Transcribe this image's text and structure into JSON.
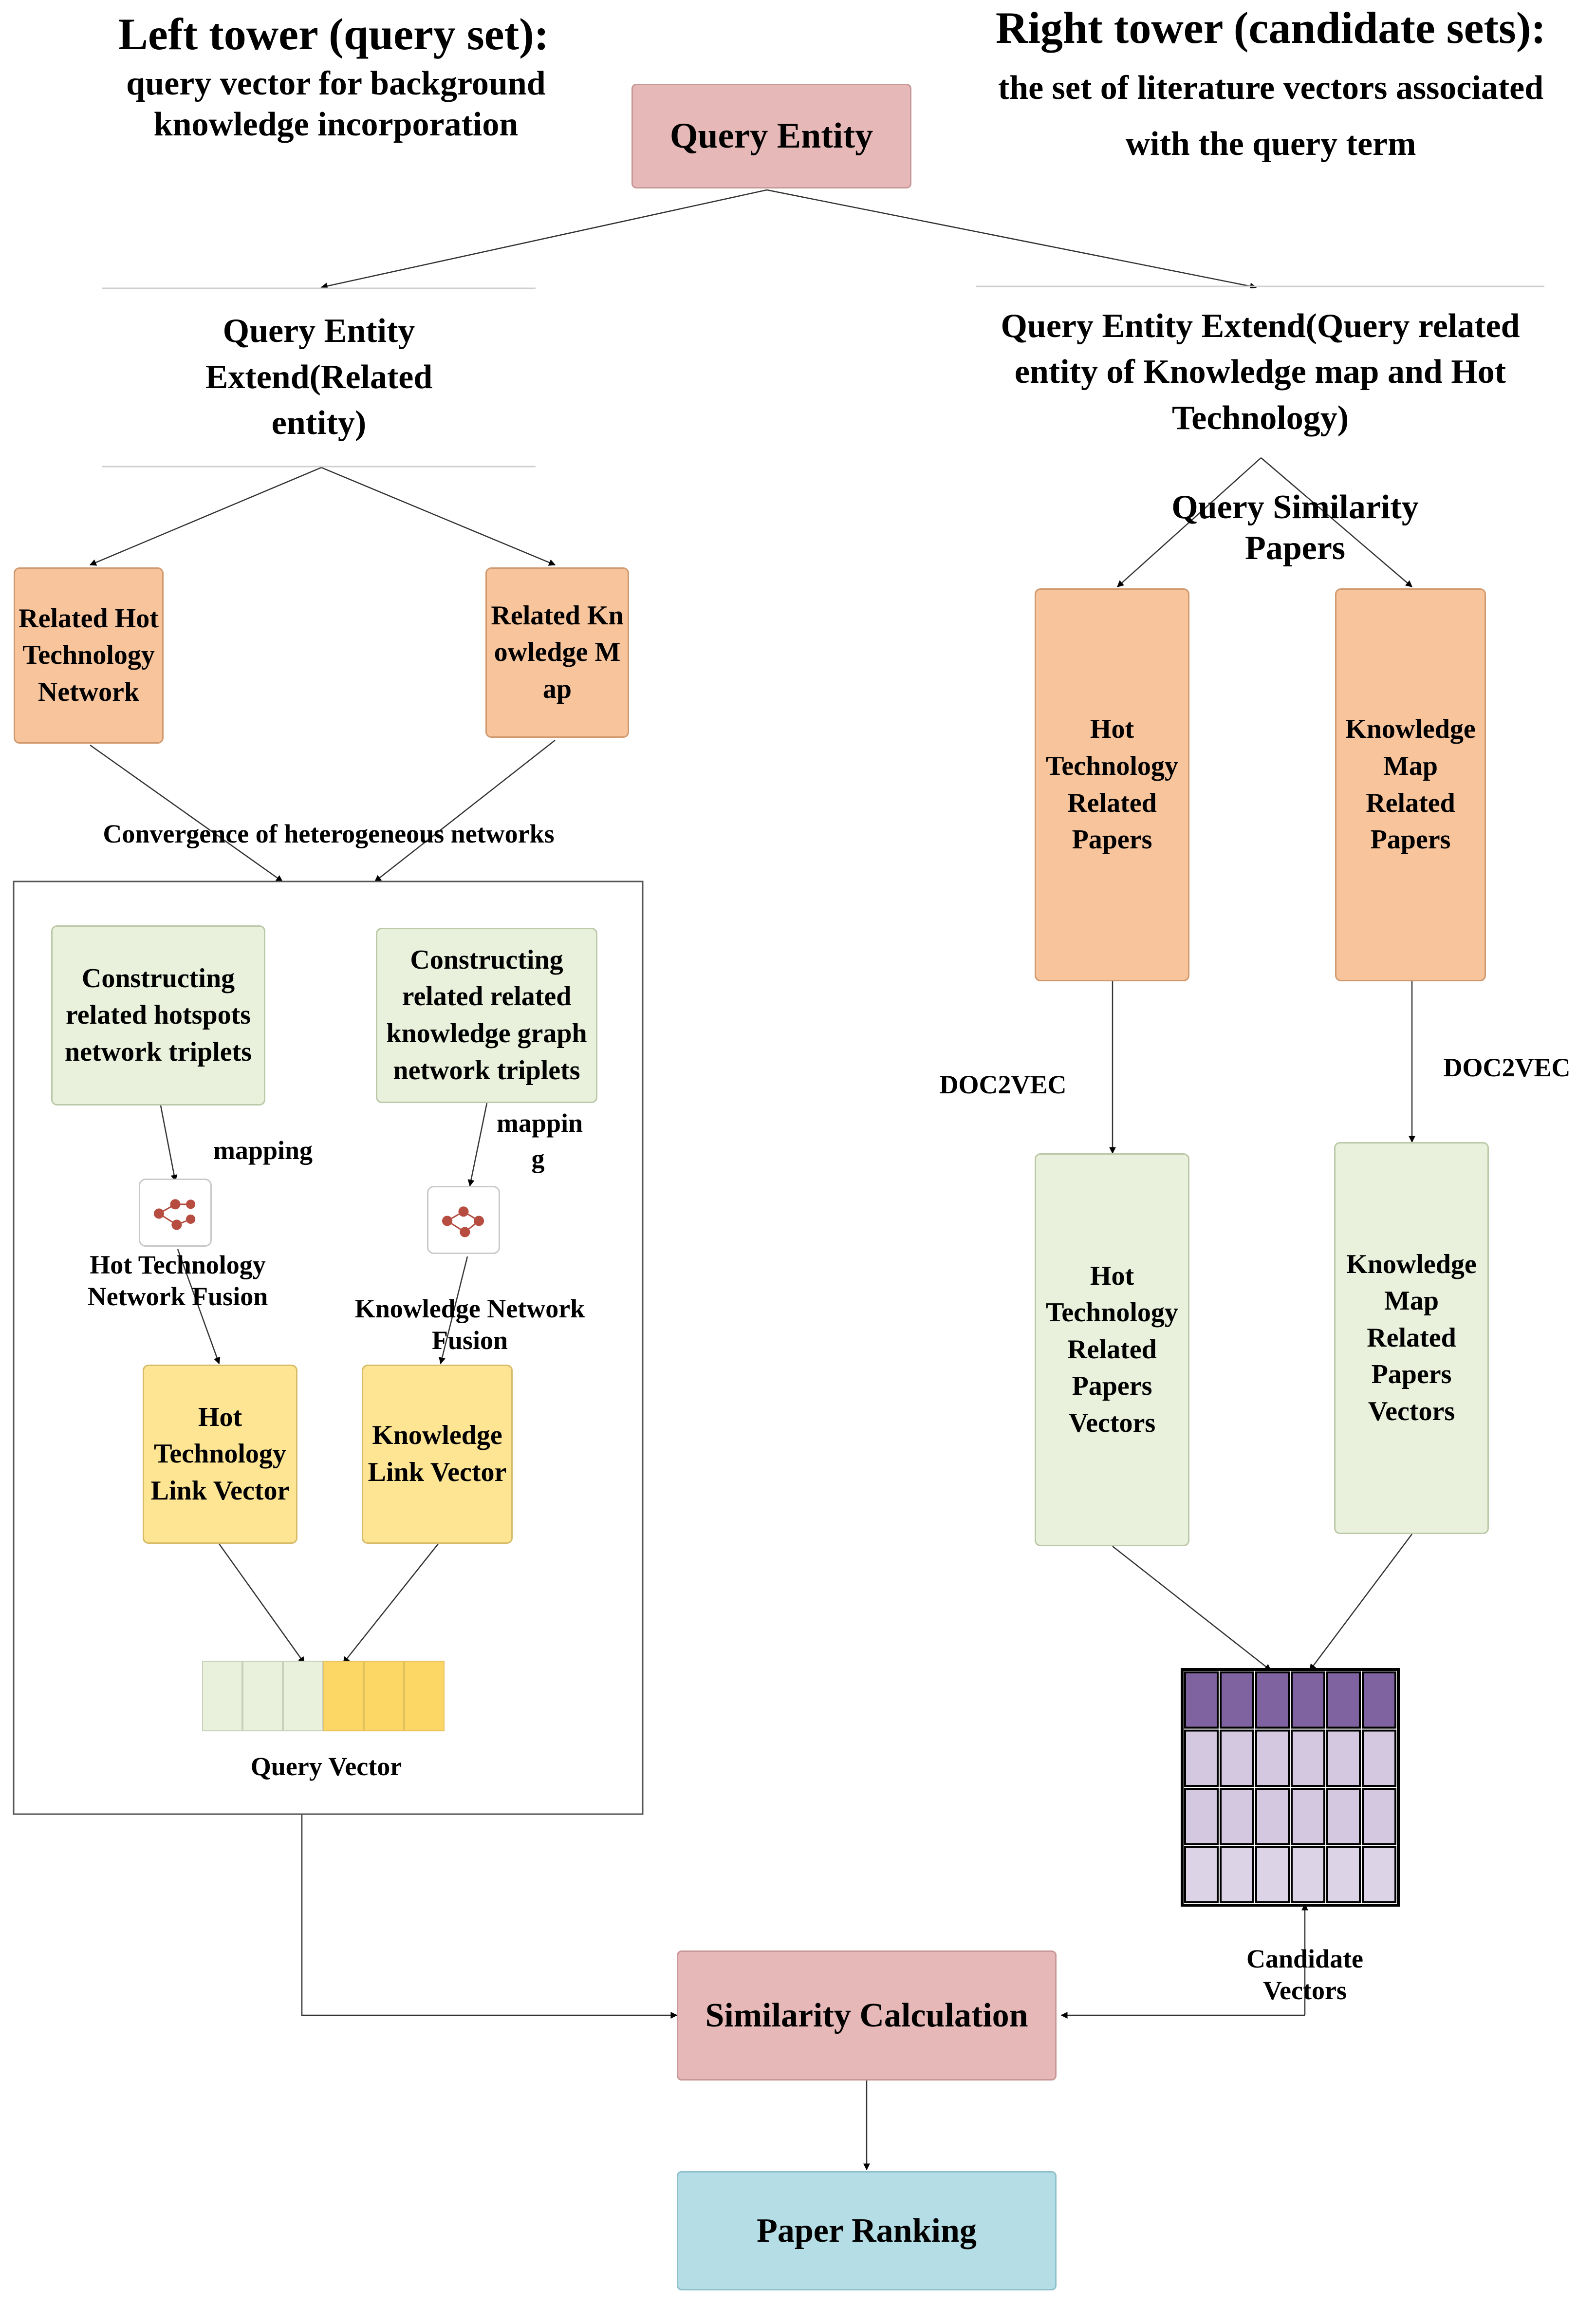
{
  "titles": {
    "left_main": "Left tower (query set):",
    "left_sub": "query vector for background knowledge incorporation",
    "right_main": "Right tower (candidate sets):",
    "right_sub": "the set of literature vectors associated with the query term"
  },
  "nodes": {
    "query_entity": "Query Entity",
    "left_extend": "Query Entity Extend(Related entity)",
    "right_extend": "Query Entity Extend(Query related entity of Knowledge map and Hot Technology)",
    "related_hot_tech": "Related Hot Technology Network",
    "related_knowledge_map": "Related Knowledge Map",
    "construct_hotspots": "Constructing related hotspots network triplets",
    "construct_knowledge": "Constructing related related knowledge graph network triplets",
    "hot_link_vector": "Hot Technology Link Vector",
    "knowledge_link_vector": "Knowledge Link Vector",
    "hot_papers": "Hot Technology Related Papers",
    "knowledge_papers": "Knowledge Map Related Papers",
    "hot_papers_vectors": "Hot Technology Related Papers Vectors",
    "knowledge_papers_vectors": "Knowledge Map Related Papers Vectors",
    "similarity": "Similarity Calculation",
    "ranking": "Paper Ranking"
  },
  "labels": {
    "query_similarity": "Query Similarity Papers",
    "convergence": "Convergence of heterogeneous networks",
    "mapping_left": "mapping",
    "mapping_right": "mappin g",
    "hot_fusion": "Hot Technology Network Fusion",
    "knowledge_fusion": "Knowledge Network Fusion",
    "doc2vec_left": "DOC2VEC",
    "doc2vec_right": "DOC2VEC",
    "query_vector": "Query Vector",
    "candidate_vectors": "Candidate Vectors"
  },
  "colors": {
    "pink": "#e6b9b8",
    "orange": "#f8c49b",
    "green": "#e9f0dc",
    "yellow": "#fde594",
    "blue": "#b4dde6",
    "purple_dark": "#7f63a1",
    "purple_light": "#d3c8df"
  }
}
